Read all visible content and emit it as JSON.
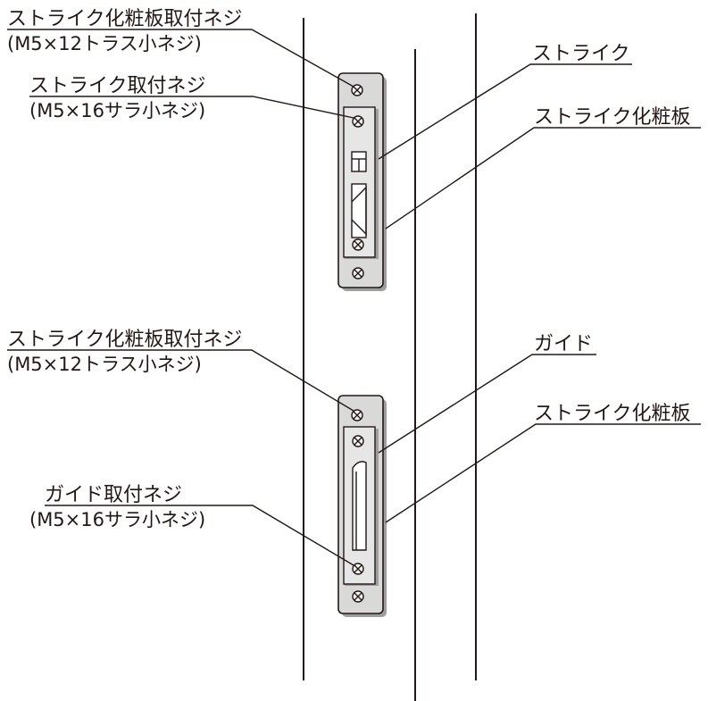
{
  "labels": {
    "upper_screw_plate": "ストライク化粧板取付ネジ",
    "upper_screw_plate_spec": "(M5×12トラス小ネジ)",
    "strike_screw": "ストライク取付ネジ",
    "strike_screw_spec": "(M5×16サラ小ネジ)",
    "strike": "ストライク",
    "strike_plate_upper": "ストライク化粧板",
    "lower_screw_plate": "ストライク化粧板取付ネジ",
    "lower_screw_plate_spec": "(M5×12トラス小ネジ)",
    "guide": "ガイド",
    "strike_plate_lower": "ストライク化粧板",
    "guide_screw": "ガイド取付ネジ",
    "guide_screw_spec": "(M5×16サラ小ネジ)"
  },
  "colors": {
    "ink": "#231815",
    "plate": "#d9d9d9",
    "shadow": "#9e9e9e"
  },
  "icons": [
    "screw-icon",
    "strike-plate",
    "guide-plate"
  ]
}
